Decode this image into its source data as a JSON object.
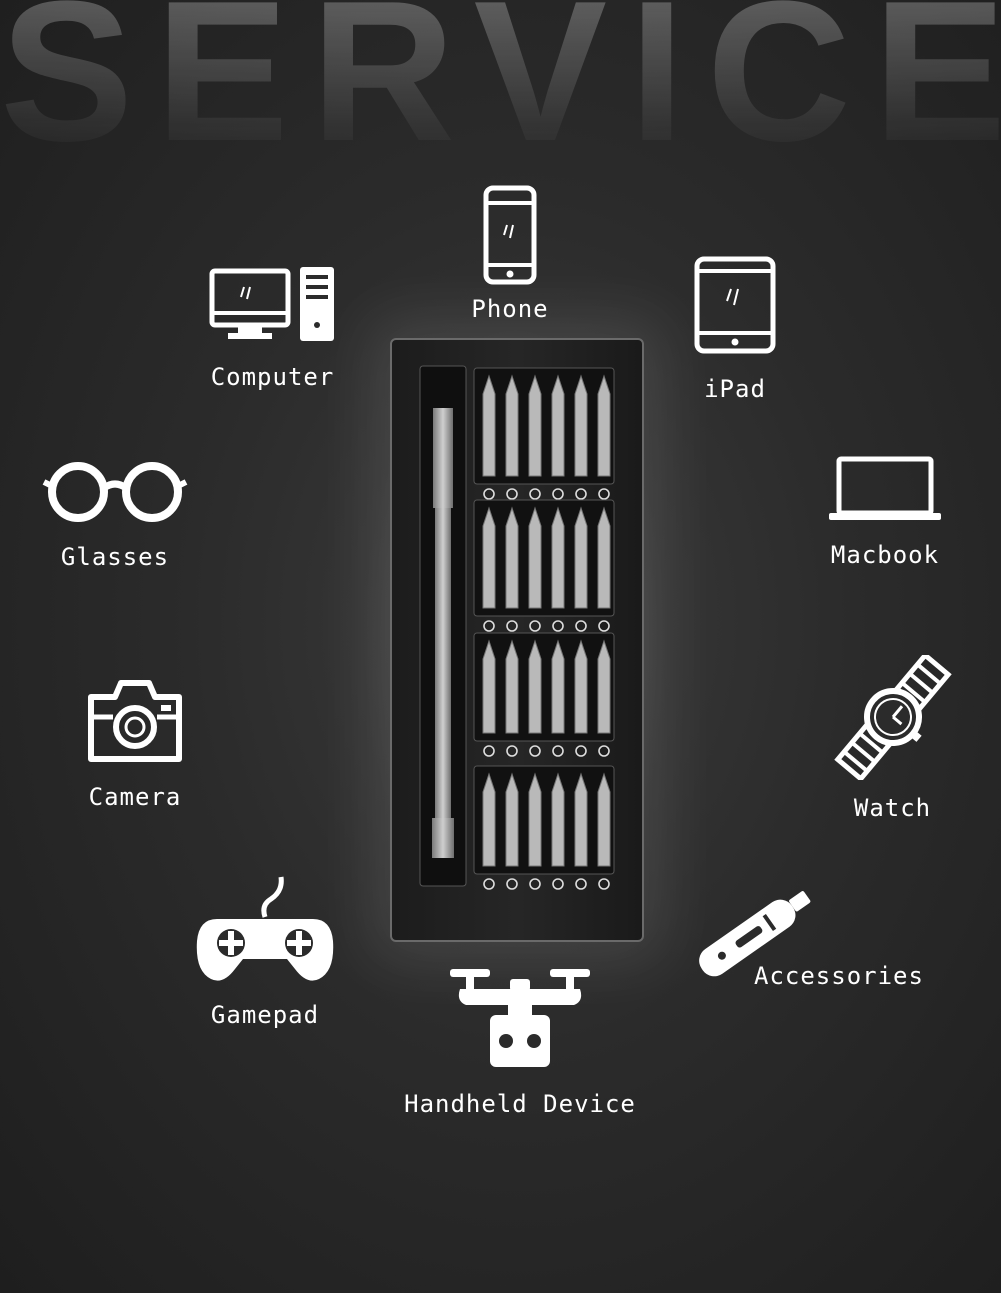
{
  "hero_title": "SERVICE",
  "devices": [
    {
      "key": "phone",
      "label": "Phone"
    },
    {
      "key": "computer",
      "label": "Computer"
    },
    {
      "key": "ipad",
      "label": "iPad"
    },
    {
      "key": "glasses",
      "label": "Glasses"
    },
    {
      "key": "macbook",
      "label": "Macbook"
    },
    {
      "key": "camera",
      "label": "Camera"
    },
    {
      "key": "watch",
      "label": "Watch"
    },
    {
      "key": "gamepad",
      "label": "Gamepad"
    },
    {
      "key": "accessories",
      "label": "Accessories"
    },
    {
      "key": "handheld",
      "label": "Handheld Device"
    }
  ],
  "icons": [
    "phone-icon",
    "computer-icon",
    "ipad-icon",
    "glasses-icon",
    "macbook-icon",
    "camera-icon",
    "watch-icon",
    "gamepad-icon",
    "accessories-icon",
    "drone-icon",
    "screwdriver-case"
  ],
  "colors": {
    "background": "#2b2b2b",
    "text": "#ffffff",
    "case_border": "#6a6a6a"
  }
}
